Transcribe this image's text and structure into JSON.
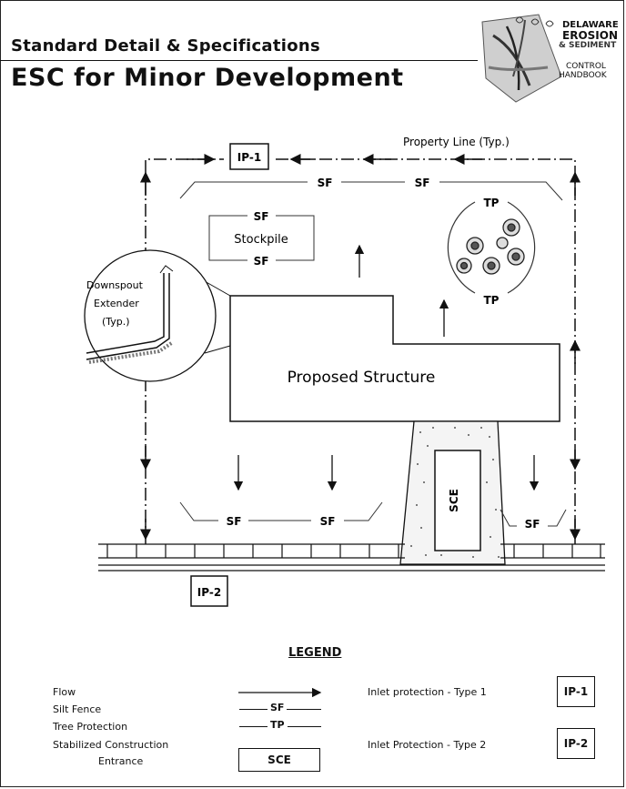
{
  "header": {
    "subtitle": "Standard Detail & Specifications",
    "title": "ESC for Minor Development"
  },
  "logo": {
    "line1": "DELAWARE",
    "line2": "EROSION",
    "line3": "& SEDIMENT",
    "line4": "CONTROL",
    "line5": "HANDBOOK"
  },
  "diagram": {
    "property_line": "Property Line (Typ.)",
    "ip1": "IP-1",
    "ip2": "IP-2",
    "sf": "SF",
    "tp": "TP",
    "stockpile": "Stockpile",
    "structure": "Proposed Structure",
    "sce": "SCE",
    "downspout_line1": "Downspout",
    "downspout_line2": "Extender",
    "downspout_line3": "(Typ.)"
  },
  "legend": {
    "title": "LEGEND",
    "flow": "Flow",
    "silt_fence": "Silt Fence",
    "tree_protection": "Tree Protection",
    "sce_line1": "Stabilized Construction",
    "sce_line2": "Entrance",
    "sf_symbol": "SF",
    "tp_symbol": "TP",
    "sce_symbol": "SCE",
    "inlet1": "Inlet protection - Type 1",
    "inlet2": "Inlet Protection - Type 2",
    "ip1_symbol": "IP-1",
    "ip2_symbol": "IP-2"
  }
}
